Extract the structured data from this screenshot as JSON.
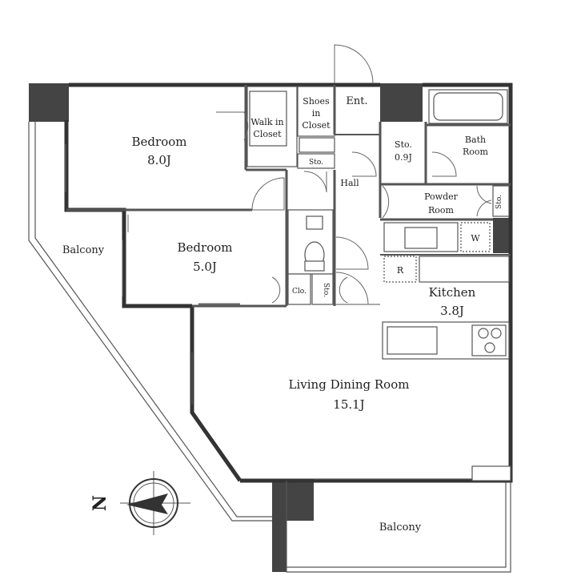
{
  "rooms": {
    "bedroom_large": {
      "name": "Bedroom",
      "size": "8.0J"
    },
    "bedroom_small": {
      "name": "Bedroom",
      "size": "5.0J"
    },
    "walk_in_closet": {
      "line1": "Walk in",
      "line2": "Closet"
    },
    "shoes_closet": {
      "line1": "Shoes",
      "line2": "in",
      "line3": "Closet"
    },
    "entrance": "Ent.",
    "storage_small": "Sto.",
    "storage_entry": {
      "name": "Sto.",
      "size": "0.9J"
    },
    "bath_room": {
      "line1": "Bath",
      "line2": "Room"
    },
    "hall": "Hall",
    "powder_room": {
      "line1": "Powder",
      "line2": "Room"
    },
    "storage_powder": "Sto.",
    "washer": "W",
    "refrigerator": "R",
    "closet": "Clo.",
    "storage_toilet": "Sto.",
    "kitchen": {
      "name": "Kitchen",
      "size": "3.8J"
    },
    "living": {
      "name": "Living Dining Room",
      "size": "15.1J"
    },
    "balcony_west": "Balcony",
    "balcony_south": "Balcony"
  },
  "compass": {
    "label": "N"
  }
}
